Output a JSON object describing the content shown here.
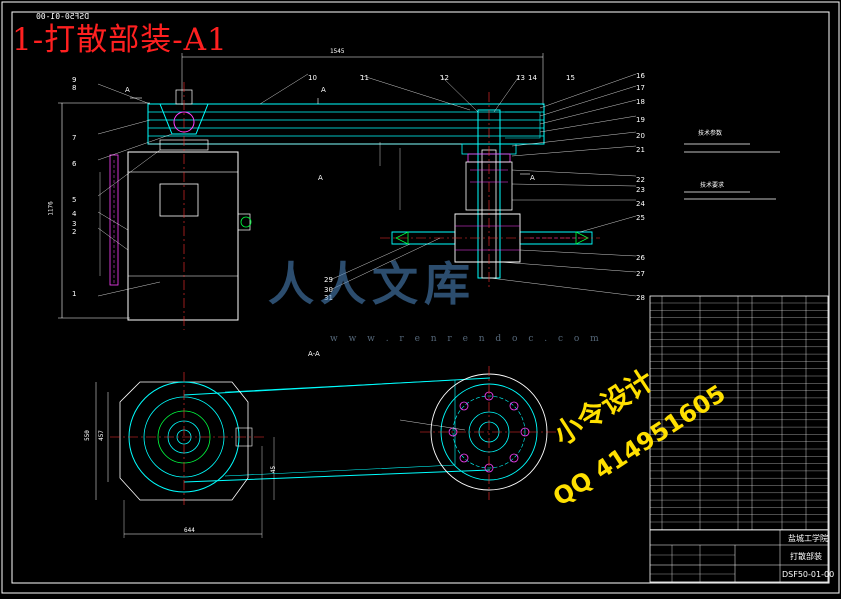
{
  "sheet": {
    "title": "1-打散部装-A1",
    "drawing_code": "DSF50-01-00",
    "section_label": "A-A",
    "section_marker": "A"
  },
  "part_numbers": [
    "1",
    "2",
    "3",
    "4",
    "5",
    "6",
    "7",
    "8",
    "9",
    "10",
    "11",
    "12",
    "13",
    "14",
    "15",
    "16",
    "17",
    "18",
    "19",
    "20",
    "21",
    "22",
    "23",
    "24",
    "25",
    "26",
    "27",
    "28",
    "29",
    "30",
    "31"
  ],
  "dimensions": {
    "top_width": "1545",
    "overall_height": "1176",
    "bottom_width": "644",
    "base_height": "550",
    "base_inner": "457",
    "pulley_offset": "45"
  },
  "tech_notes": {
    "title_1": "技术参数",
    "title_2": "技术要求"
  },
  "title_block": {
    "school": "盐城工学院",
    "drawing_name": "打散部装",
    "drawing_number": "DSF50-01-00"
  },
  "watermarks": {
    "logo_text": "人人文库",
    "url": "w w w . r e n r e n d o c . c o m",
    "yellow_1": "小令设计",
    "yellow_2": "QQ 414951605"
  },
  "colors": {
    "background": "#000000",
    "outline": "#ffffff",
    "part": "#00ffff",
    "centerline": "#ff3030",
    "magenta": "#ff40ff",
    "green": "#00ff40",
    "yellow": "#ffe000",
    "title_red": "#ff2020"
  }
}
